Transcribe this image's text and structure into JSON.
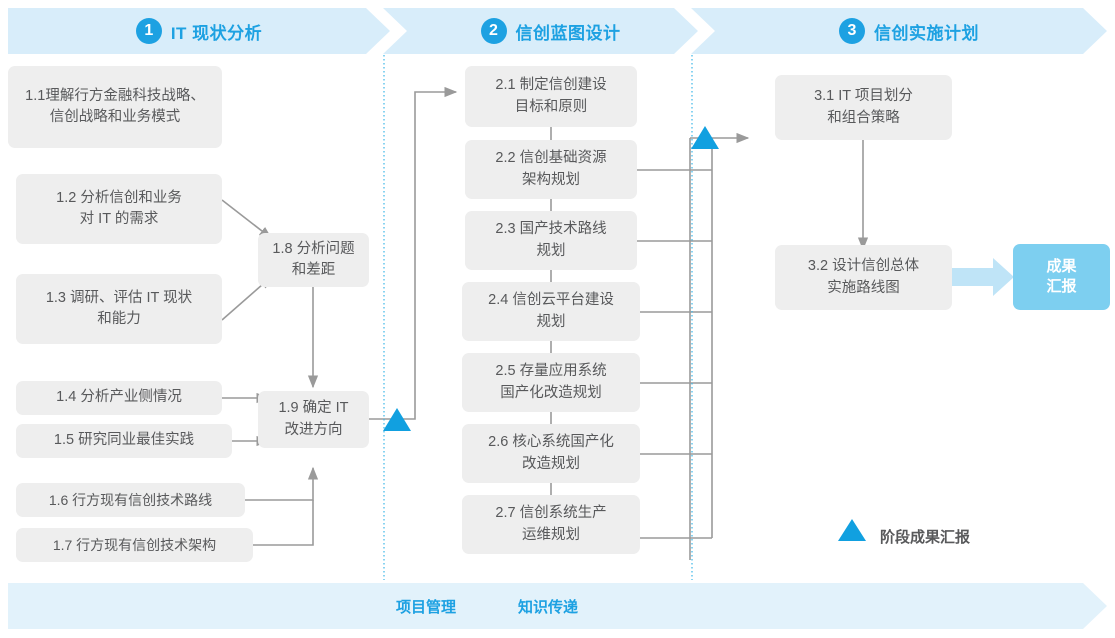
{
  "diagram": {
    "title_semantic": "IT-xinchuang-planning-roadmap",
    "colors": {
      "accent_blue": "#1da1e2",
      "band_blue": "#d8edfa",
      "footer_blue": "#e2f2fb",
      "box_gray": "#eeeeee",
      "text_gray": "#58595b",
      "result_blue": "#7dcff0",
      "arrow_gray": "#9a9a9a",
      "milestone_blue": "#11a0e0"
    }
  },
  "phases": [
    {
      "number": "1",
      "title": "IT 现状分析"
    },
    {
      "number": "2",
      "title": "信创蓝图设计"
    },
    {
      "number": "3",
      "title": "信创实施计划"
    }
  ],
  "phase1_tasks": [
    {
      "id": "1.1",
      "label": "1.1理解行方金融科技战略、\n信创战略和业务模式"
    },
    {
      "id": "1.2",
      "label": "1.2 分析信创和业务\n对 IT 的需求"
    },
    {
      "id": "1.3",
      "label": "1.3 调研、评估 IT 现状\n和能力"
    },
    {
      "id": "1.4",
      "label": "1.4 分析产业侧情况"
    },
    {
      "id": "1.5",
      "label": "1.5 研究同业最佳实践"
    },
    {
      "id": "1.6",
      "label": "1.6 行方现有信创技术路线"
    },
    {
      "id": "1.7",
      "label": "1.7 行方现有信创技术架构"
    },
    {
      "id": "1.8",
      "label": "1.8 分析问题\n和差距"
    },
    {
      "id": "1.9",
      "label": "1.9 确定 IT\n改进方向"
    }
  ],
  "phase2_tasks": [
    {
      "id": "2.1",
      "label": "2.1 制定信创建设\n目标和原则"
    },
    {
      "id": "2.2",
      "label": "2.2 信创基础资源\n架构规划"
    },
    {
      "id": "2.3",
      "label": "2.3 国产技术路线\n规划"
    },
    {
      "id": "2.4",
      "label": "2.4 信创云平台建设\n规划"
    },
    {
      "id": "2.5",
      "label": "2.5 存量应用系统\n国产化改造规划"
    },
    {
      "id": "2.6",
      "label": "2.6 核心系统国产化\n改造规划"
    },
    {
      "id": "2.7",
      "label": "2.7 信创系统生产\n运维规划"
    }
  ],
  "phase3_tasks": [
    {
      "id": "3.1",
      "label": "3.1 IT 项目划分\n和组合策略"
    },
    {
      "id": "3.2",
      "label": "3.2 设计信创总体\n实施路线图"
    }
  ],
  "result": {
    "label": "成果\n汇报"
  },
  "legend": {
    "label": "阶段成果汇报"
  },
  "footer": {
    "project_management": "项目管理",
    "knowledge_transfer": "知识传递"
  }
}
